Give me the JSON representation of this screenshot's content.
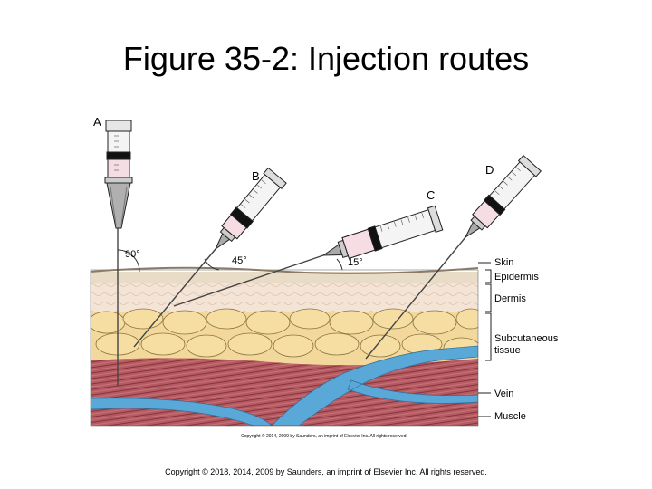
{
  "slide": {
    "title": "Figure 35-2: Injection routes",
    "copyright": "Copyright © 2018, 2014, 2009 by Saunders, an imprint of Elsevier Inc. All rights reserved."
  },
  "figure": {
    "syringe_labels": {
      "a": "A",
      "b": "B",
      "c": "C",
      "d": "D"
    },
    "angles": {
      "a": "90°",
      "b": "45°",
      "c": "15°"
    },
    "layer_labels": {
      "skin": "Skin",
      "epidermis": "Epidermis",
      "dermis": "Dermis",
      "subcutaneous_1": "Subcutaneous",
      "subcutaneous_2": "tissue",
      "vein": "Vein",
      "muscle": "Muscle"
    },
    "image_credit": "Copyright © 2014, 2009 by Saunders, an imprint of Elsevier Inc. All rights reserved.",
    "colors": {
      "epidermis": "#e9dcc6",
      "dermis": "#f3e4d6",
      "fat": "#f2d89a",
      "muscle": "#b65a62",
      "vein": "#5aa8d8",
      "plunger": "#111111",
      "barrel_fill": "#f6dde4"
    }
  }
}
